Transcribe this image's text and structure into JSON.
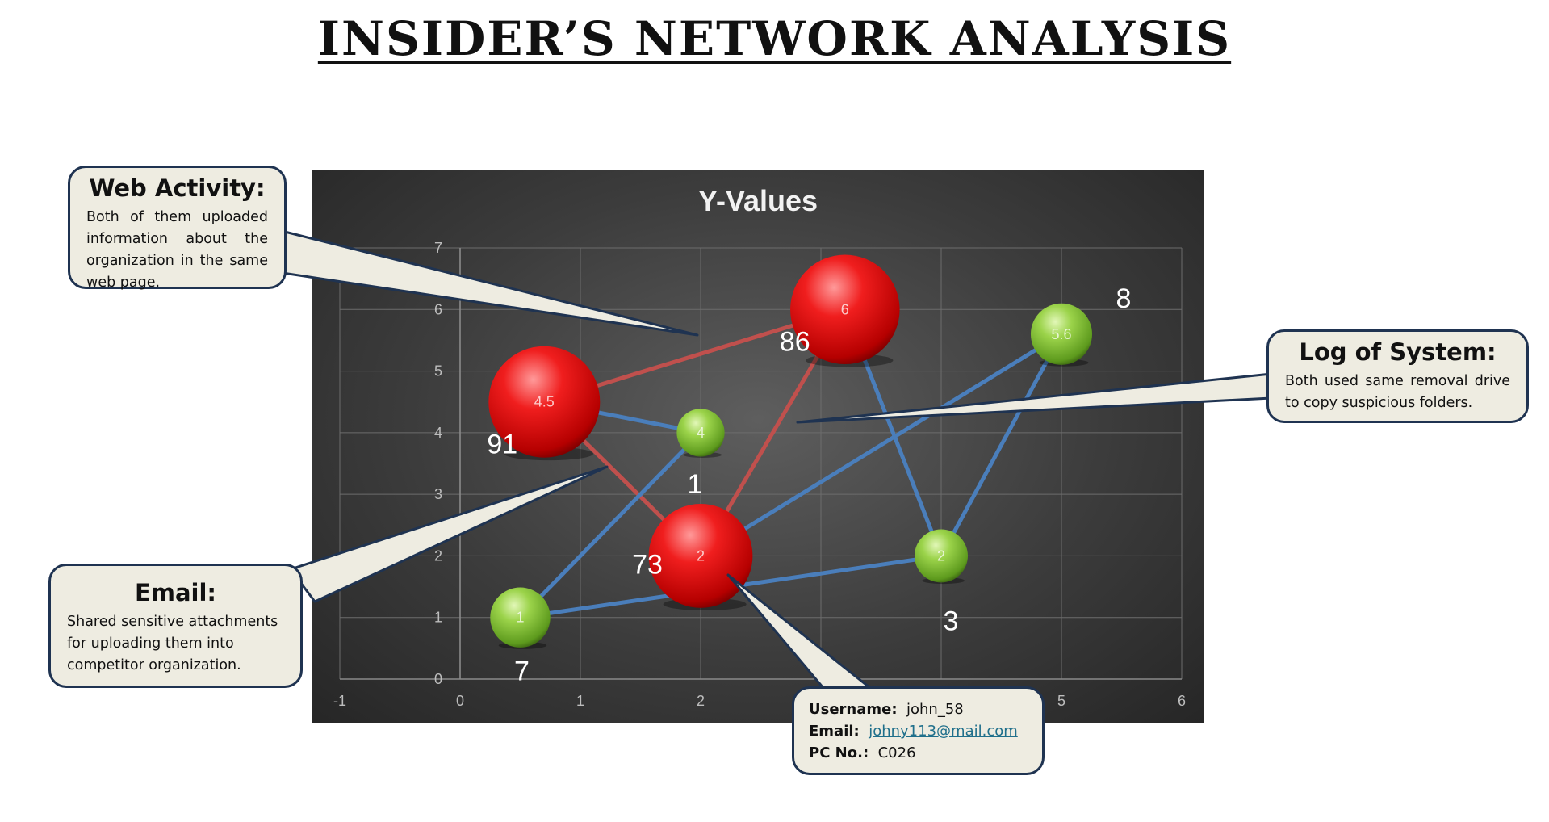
{
  "page": {
    "title": "INSIDER’S NETWORK ANALYSIS"
  },
  "chart_data": {
    "type": "bubble",
    "title": "Y-Values",
    "xlim": [
      -1,
      6
    ],
    "ylim": [
      0,
      7
    ],
    "x_ticks": [
      -1,
      0,
      1,
      2,
      3,
      4,
      5,
      6
    ],
    "y_ticks": [
      0,
      1,
      2,
      3,
      4,
      5,
      6,
      7
    ],
    "grid": true,
    "colors": {
      "red": "#e21b1b",
      "green": "#8fcc3a",
      "red_link": "#c0504d",
      "blue_link": "#4a7ebb"
    },
    "points": [
      {
        "id": "A",
        "x": 0.7,
        "y": 4.5,
        "size": 91,
        "color": "red",
        "value_label": "4.5",
        "size_label": "91"
      },
      {
        "id": "B",
        "x": 2.0,
        "y": 2.0,
        "size": 73,
        "color": "red",
        "value_label": "2",
        "size_label": "73"
      },
      {
        "id": "C",
        "x": 3.2,
        "y": 6.0,
        "size": 86,
        "color": "red",
        "value_label": "6",
        "size_label": "86"
      },
      {
        "id": "D",
        "x": 2.0,
        "y": 4.0,
        "size": 1,
        "color": "green",
        "value_label": "4",
        "size_label": "1"
      },
      {
        "id": "E",
        "x": 0.5,
        "y": 1.0,
        "size": 7,
        "color": "green",
        "value_label": "1",
        "size_label": "7"
      },
      {
        "id": "F",
        "x": 4.0,
        "y": 2.0,
        "size": 3,
        "color": "green",
        "value_label": "2",
        "size_label": "3"
      },
      {
        "id": "G",
        "x": 5.0,
        "y": 5.6,
        "size": 8,
        "color": "green",
        "value_label": "5.6",
        "size_label": "8"
      }
    ],
    "links": [
      {
        "from": "A",
        "to": "C",
        "color": "red_link"
      },
      {
        "from": "A",
        "to": "B",
        "color": "red_link"
      },
      {
        "from": "B",
        "to": "C",
        "color": "red_link"
      },
      {
        "from": "A",
        "to": "D",
        "color": "blue_link"
      },
      {
        "from": "E",
        "to": "D",
        "color": "blue_link"
      },
      {
        "from": "E",
        "to": "F",
        "color": "blue_link"
      },
      {
        "from": "B",
        "to": "G",
        "color": "blue_link"
      },
      {
        "from": "C",
        "to": "F",
        "color": "blue_link"
      },
      {
        "from": "F",
        "to": "G",
        "color": "blue_link"
      }
    ]
  },
  "callouts": {
    "web_activity": {
      "title": "Web Activity:",
      "text": "Both of them uploaded information about the organization in the same web page."
    },
    "email": {
      "title": "Email:",
      "text": "Shared sensitive attachments for uploading them into competitor organization."
    },
    "log_of_system": {
      "title": "Log of System:",
      "text": "Both used same removal drive to copy suspicious folders."
    },
    "user_info": {
      "username_label": "Username:",
      "username_value": "john_58",
      "email_label": "Email:",
      "email_value": "johny113@mail.com",
      "pc_label": "PC No.:",
      "pc_value": "C026"
    }
  }
}
